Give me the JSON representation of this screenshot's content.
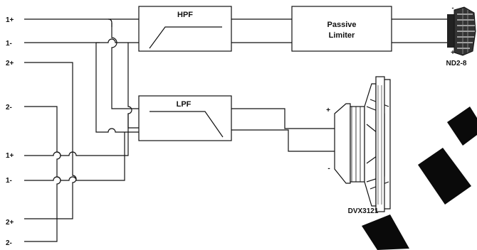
{
  "inputs": [
    {
      "label": "1+"
    },
    {
      "label": "1-"
    },
    {
      "label": "2+"
    },
    {
      "label": "2-"
    },
    {
      "label": "1+"
    },
    {
      "label": "1-"
    },
    {
      "label": "2+"
    },
    {
      "label": "2-"
    }
  ],
  "blocks": {
    "hpf": {
      "label": "HPF"
    },
    "lpf": {
      "label": "LPF"
    },
    "limiter": {
      "line1": "Passive",
      "line2": "Limiter"
    }
  },
  "drivers": {
    "tweeter": {
      "label": "ND2-8",
      "plus": "+",
      "minus": "-"
    },
    "woofer": {
      "label": "DVX3121",
      "plus": "+",
      "minus": "-"
    }
  },
  "colors": {
    "line": "#111111",
    "watermark": "#0a0a0a"
  }
}
